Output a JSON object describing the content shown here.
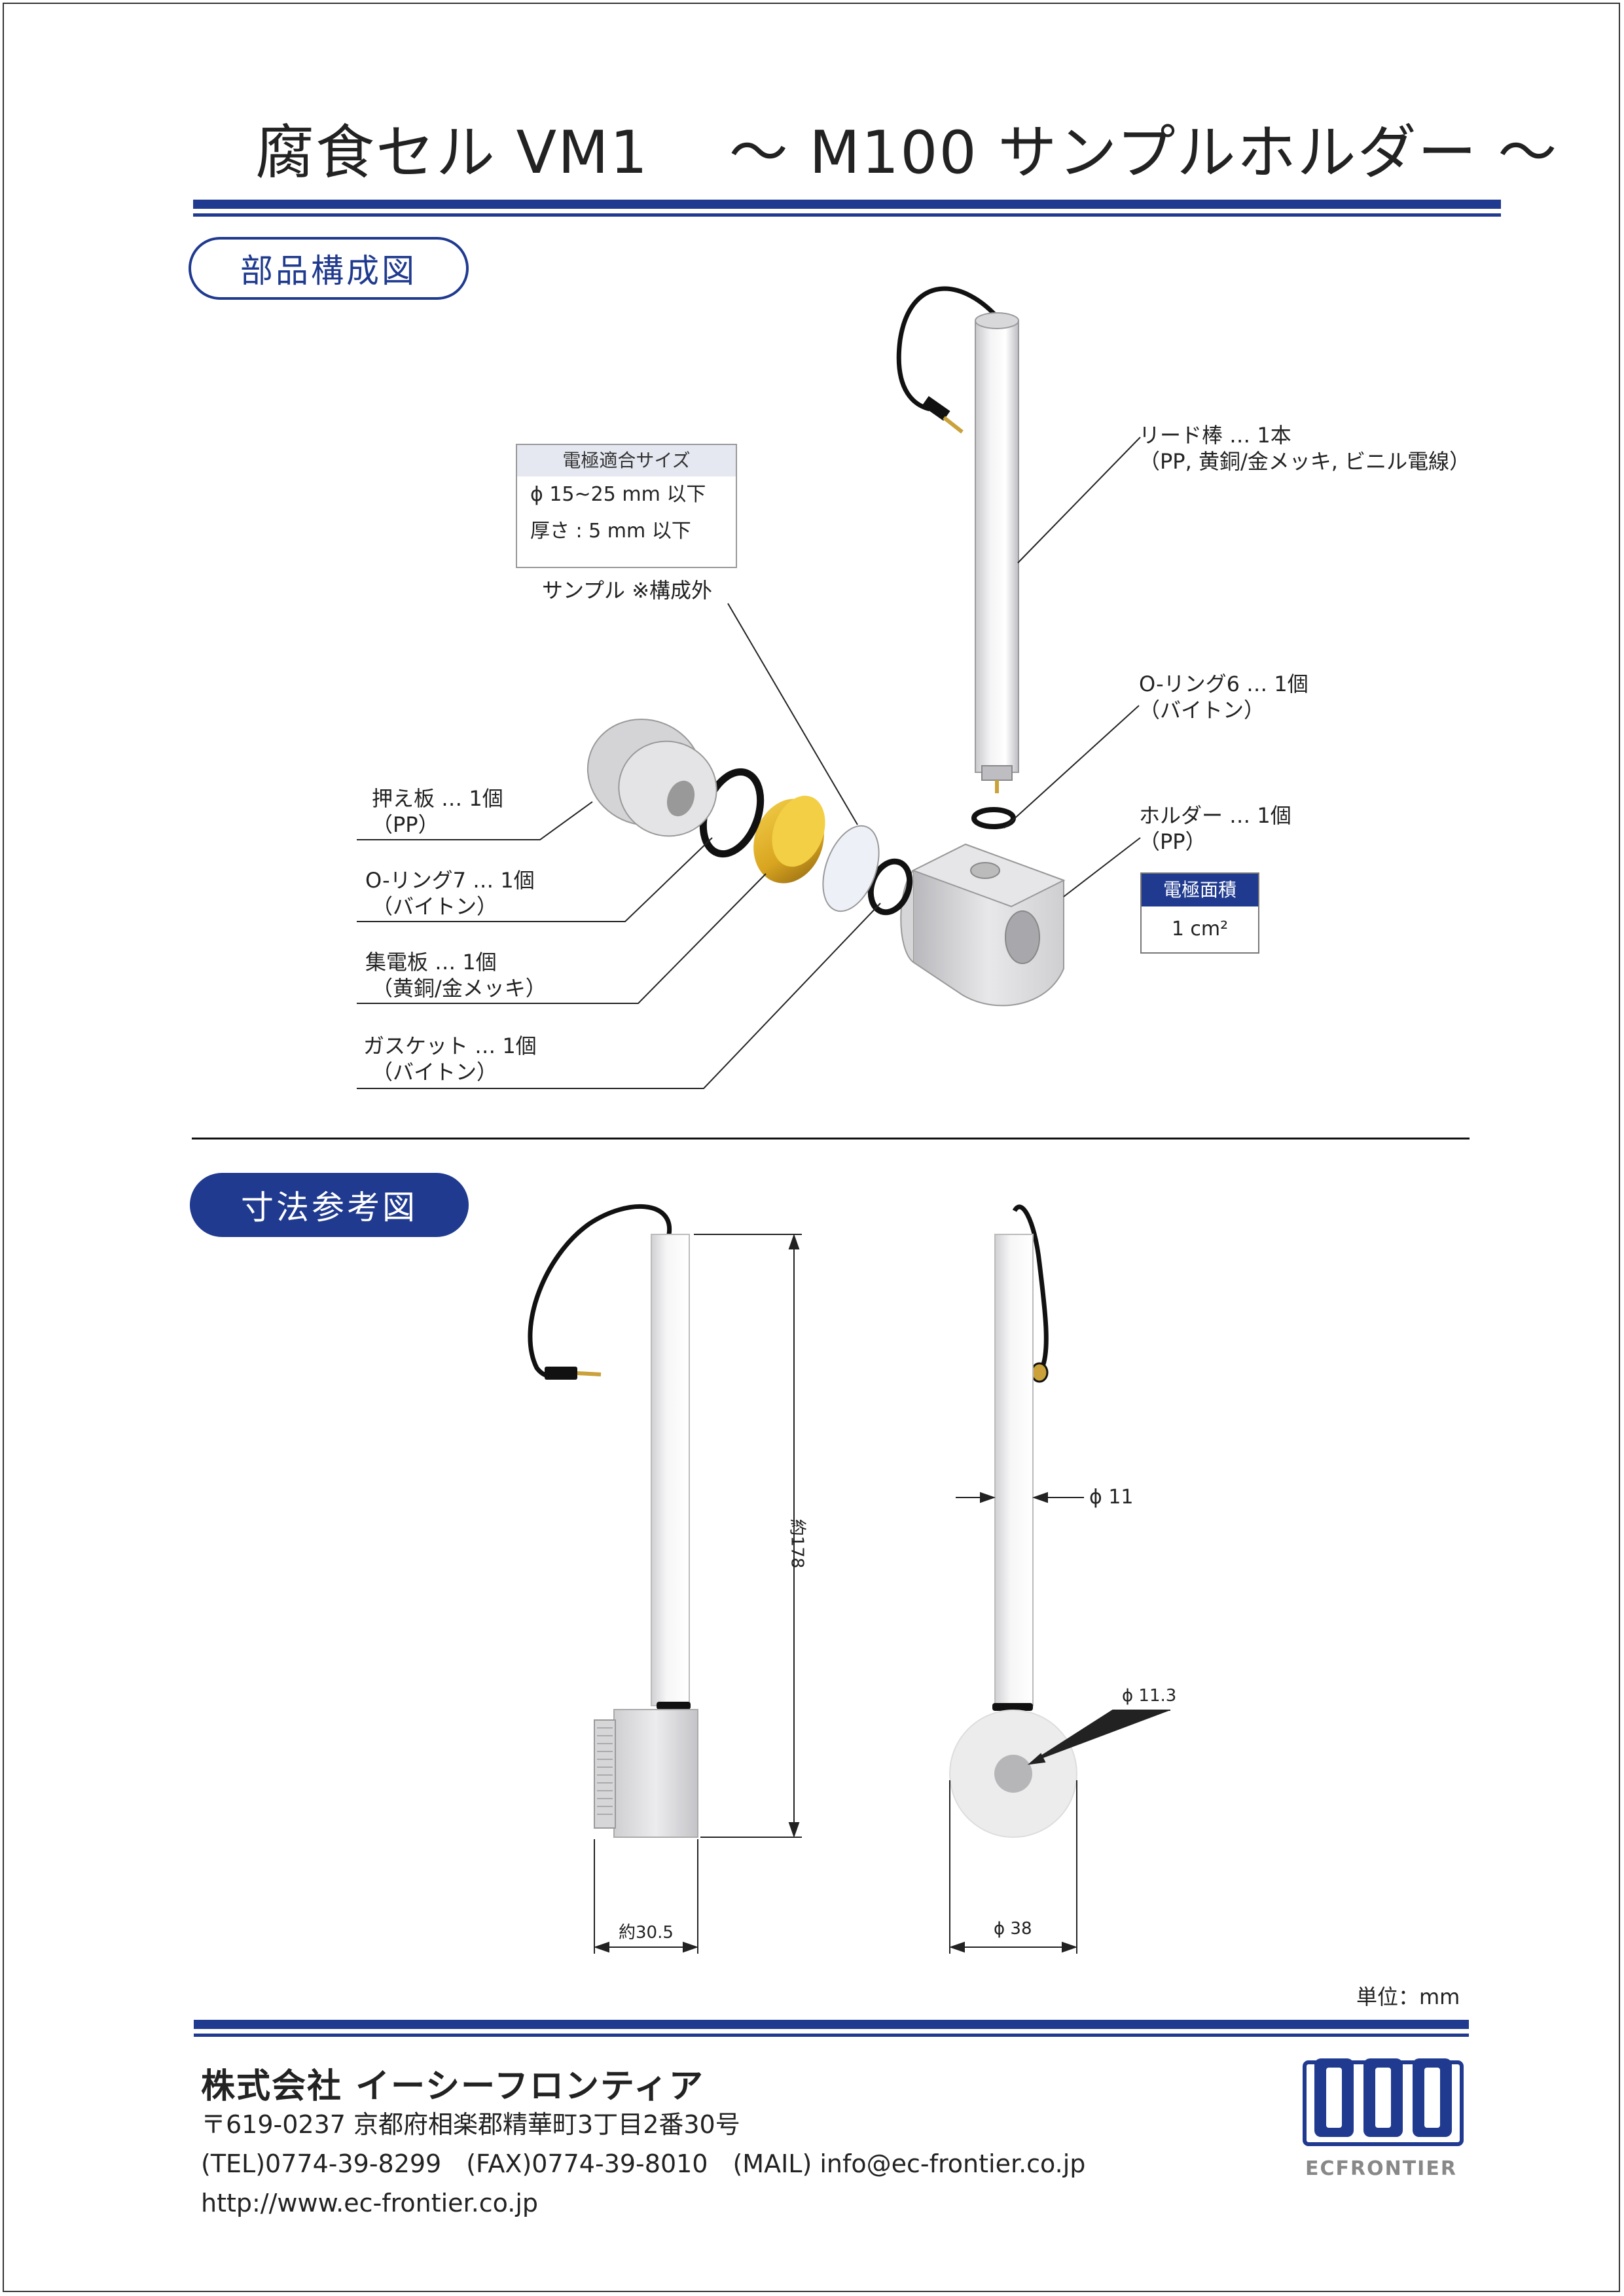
{
  "header": {
    "title": "腐食セル  VM1　 ～ M100 サンプルホルダー ～"
  },
  "sections": {
    "parts": "部品構成図",
    "dimensions": "寸法参考図"
  },
  "spec_box": {
    "title": "電極適合サイズ",
    "row1": "ϕ 15~25 mm 以下",
    "row2": "厚さ : 5 mm 以下"
  },
  "labels": {
    "sample": "サンプル ※構成外",
    "lead_rod_1": "リード棒 … 1本",
    "lead_rod_2": "（PP, 黄銅/金メッキ, ビニル電線）",
    "oring6_1": "O-リング6 … 1個",
    "oring6_2": "（バイトン）",
    "holder_1": "ホルダー … 1個",
    "holder_2": "（PP）",
    "press_1": "押え板 … 1個",
    "press_2": "（PP）",
    "oring7_1": "O-リング7 … 1個",
    "oring7_2": "（バイトン）",
    "collector_1": "集電板 … 1個",
    "collector_2": "（黄銅/金メッキ）",
    "gasket_1": "ガスケット … 1個",
    "gasket_2": "（バイトン）"
  },
  "area_box": {
    "title": "電極面積",
    "value": "1 cm²"
  },
  "dims": {
    "length": "約178",
    "rod_dia": "ϕ 11",
    "hole_dia": "ϕ 11.3",
    "width": "約30.5",
    "body_dia": "ϕ 38",
    "unit": "単位：mm"
  },
  "company": {
    "name": "株式会社 イーシーフロンティア",
    "address": "〒619-0237 京都府相楽郡精華町3丁目2番30号",
    "contact": "(TEL)0774-39-8299　(FAX)0774-39-8010　(MAIL) info@ec-frontier.co.jp",
    "url": "http://www.ec-frontier.co.jp",
    "logo_text": "ECFRONTIER"
  },
  "colors": {
    "accent": "#1f3a8f",
    "gold": "#d9a520"
  }
}
